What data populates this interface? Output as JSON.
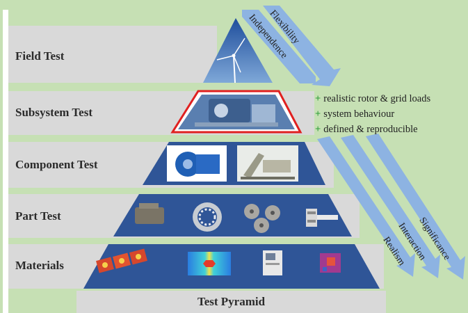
{
  "pyramid": {
    "levels": [
      {
        "label": "Field Test"
      },
      {
        "label": "Subsystem Test"
      },
      {
        "label": "Component Test"
      },
      {
        "label": "Part Test"
      },
      {
        "label": "Materials"
      }
    ],
    "base_label": "Test Pyramid"
  },
  "subsystem_benefits": [
    "realistic rotor & grid loads",
    "system behaviour",
    "defined & reproducible"
  ],
  "bullet_symbol": "+",
  "arrows": {
    "top": [
      "Independence",
      "Flexibility"
    ],
    "bottom": [
      "Realism",
      "Interaction",
      "Significance"
    ]
  },
  "colors": {
    "background": "#c6e0b4",
    "row_bar": "#d9d9d9",
    "pyramid_fill": "#2f5597",
    "arrow_fill": "#8db3e2",
    "highlight_border": "#e02020",
    "bullet_plus": "#2e9e3a"
  }
}
